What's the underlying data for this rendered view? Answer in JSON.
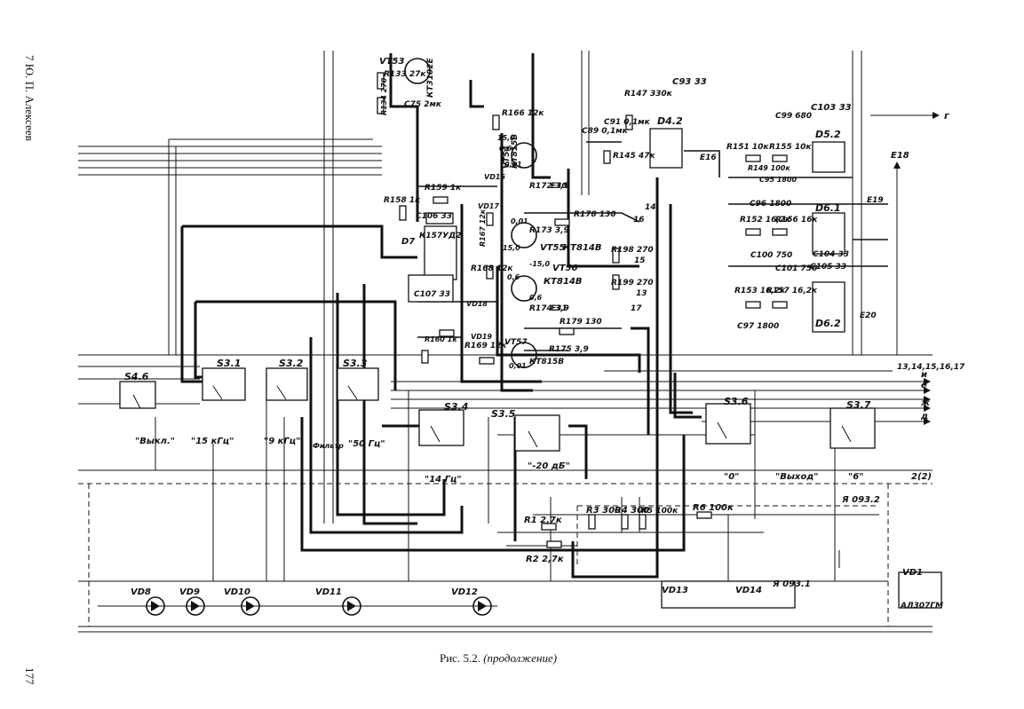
{
  "side_text": {
    "author": "7 Ю. П. Алексеев",
    "page_number": "177"
  },
  "caption": {
    "prefix": "Рис. 5.2.",
    "suffix": "(продолжение)"
  },
  "switches": [
    "S4.6",
    "S3.1",
    "S3.2",
    "S3.3",
    "S3.4",
    "S3.5",
    "S3.6",
    "S3.7"
  ],
  "switch_labels": [
    "\"Выкл.\"",
    "\"15 кГц\"",
    "\"9 кГц\"",
    "\"50 Гц\"",
    "\"14 Гц\"",
    "\"-20 дБ\"",
    "\"0\"",
    "\"Выход\"",
    "\"6\"",
    "Фильтр"
  ],
  "leds": [
    "VD8",
    "VD9",
    "VD10",
    "VD11",
    "VD12",
    "VD13",
    "VD14",
    "VD1"
  ],
  "led_type": "АЛ307ГМ",
  "boards": [
    "Я 093.1",
    "Я 093.2"
  ],
  "chips": [
    "D4.2",
    "D5.2",
    "D6.1",
    "D6.2",
    "D7",
    "К157УД2"
  ],
  "transistors": [
    {
      "ref": "VT53",
      "type": "КТ3102Е"
    },
    {
      "ref": "VT54",
      "type": "КТ815В"
    },
    {
      "ref": "VT55",
      "type": "КТ814В"
    },
    {
      "ref": "VT56",
      "type": "КТ814В"
    },
    {
      "ref": "VT57",
      "type": "КТ815В"
    }
  ],
  "resistors": [
    "R133 27к",
    "R134 270",
    "R145 47к",
    "R147 330к",
    "R149 100к",
    "R151 10к",
    "R152 16,2к",
    "R153 16,2к",
    "R155 10к",
    "R156 16к",
    "R157 16,2к",
    "R158 1к",
    "R159 1к",
    "R160 1к",
    "R166 12к",
    "R167 12к",
    "R168 12к",
    "R169 12к",
    "R172 3,9",
    "R173 3,9",
    "R174 3,9",
    "R175 3,9",
    "R178 130",
    "R179 130",
    "R198 270",
    "R199 270",
    "R1 2,7к",
    "R2 2,7к",
    "R3 300",
    "R4 300",
    "R5 100к",
    "R6 100к"
  ],
  "capacitors": [
    "C75 2мк",
    "C89 0,1мк",
    "C91 0,1мк",
    "C93 33",
    "C95 1800",
    "C96 1800",
    "C97 1800",
    "C99 680",
    "C100 750",
    "C101 750",
    "C103 33",
    "C104 33",
    "C105 33",
    "C106 33",
    "C107 33"
  ],
  "diodes": [
    "VD16",
    "VD17",
    "VD18",
    "VD19"
  ],
  "test_points": [
    "E16",
    "E18",
    "E19",
    "E20",
    "E30",
    "E31"
  ],
  "voltages": [
    "15,0",
    "0,6",
    "0,01",
    "-15,0",
    "0,6",
    "0,01",
    "15,0",
    "0,6",
    "0,01"
  ],
  "outputs": [
    "г",
    "и",
    "е",
    "ж",
    "д",
    "13,14,15,16,17",
    "2(2)"
  ],
  "net_numbers": [
    "14",
    "15",
    "16",
    "13",
    "17"
  ]
}
